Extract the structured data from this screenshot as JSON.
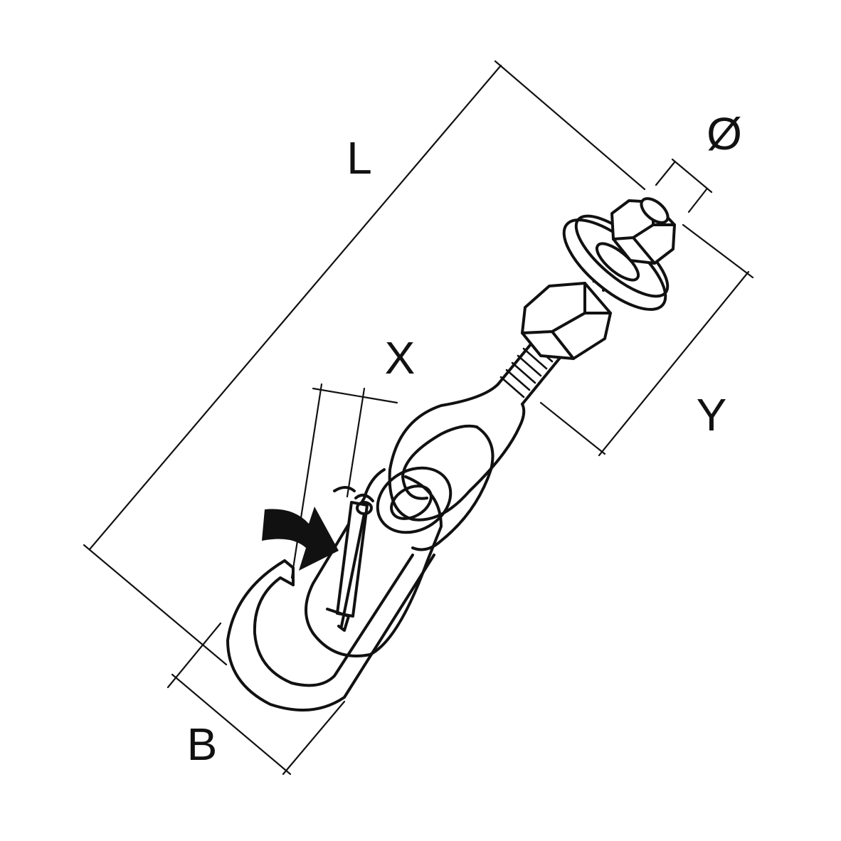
{
  "diagram": {
    "labels": {
      "length": "L",
      "diameter": "Ø",
      "opening": "X",
      "thread_length": "Y",
      "hook_width": "B"
    },
    "colors": {
      "line": "#111111",
      "background": "#ffffff"
    }
  }
}
